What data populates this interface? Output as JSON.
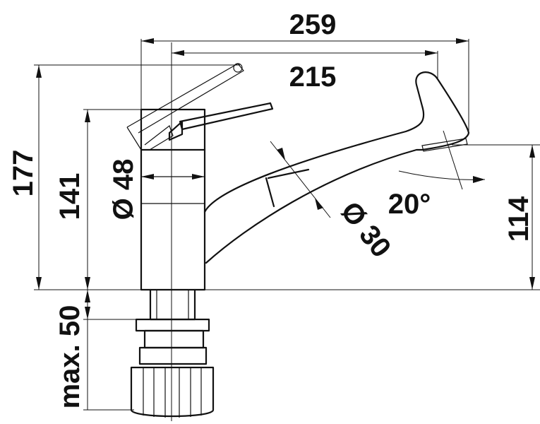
{
  "dimensions": {
    "overall_width": "259",
    "spout_reach": "215",
    "total_height": "177",
    "lever_height": "141",
    "body_diameter": "Ø 48",
    "spout_diameter": "Ø 30",
    "swivel_angle": "20°",
    "spout_outlet_height": "114",
    "mounting_depth": "max. 50"
  }
}
